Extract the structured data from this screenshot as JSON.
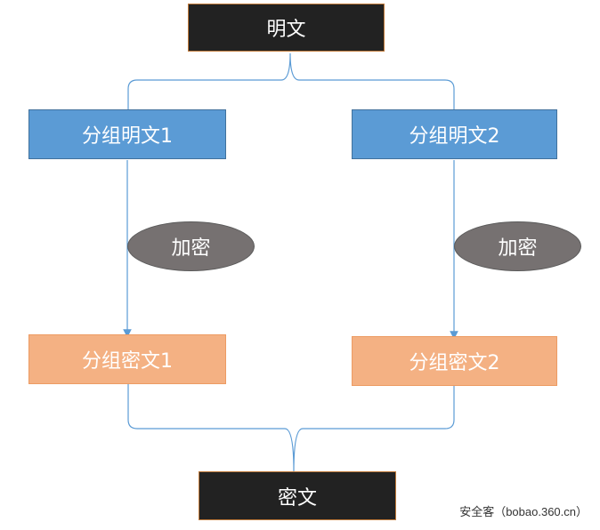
{
  "plaintext": "明文",
  "blocks": [
    {
      "plain": "分组明文1",
      "operation": "加密",
      "cipher": "分组密文1"
    },
    {
      "plain": "分组明文2",
      "operation": "加密",
      "cipher": "分组密文2"
    }
  ],
  "ciphertext": "密文",
  "watermark": "安全客（bobao.360.cn）",
  "colors": {
    "dark_box": "#222222",
    "plain_block": "#5b9bd5",
    "cipher_block": "#f4b183",
    "operation": "#767171",
    "connector": "#5b9bd5"
  }
}
